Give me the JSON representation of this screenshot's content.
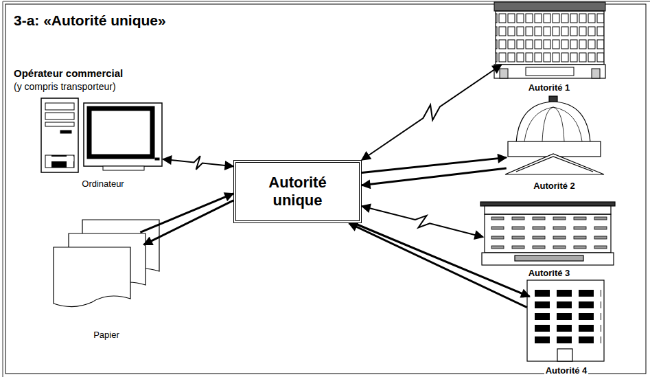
{
  "diagram": {
    "title": "3-a: «Autorité unique»",
    "nodes": [
      {
        "text": [
          "Ordinateur"
        ]
      },
      {
        "text": [
          "Papier"
        ]
      },
      {
        "text": [
          "Autorité unique"
        ]
      },
      {
        "text": [
          "Autorité 1"
        ]
      },
      {
        "text": [
          "Autorité 2"
        ]
      },
      {
        "text": [
          "Autorité 3"
        ]
      },
      {
        "text": [
          "Autorité 4"
        ]
      }
    ],
    "edges": [
      {
        "from": 0,
        "to": 2,
        "arrow": "both"
      },
      {
        "from": 1,
        "to": 2,
        "arrow": "to"
      },
      {
        "from": 2,
        "to": 1,
        "arrow": "to"
      },
      {
        "from": 2,
        "to": 3,
        "arrow": "both"
      },
      {
        "from": 2,
        "to": 4,
        "arrow": "to"
      },
      {
        "from": 4,
        "to": 2,
        "arrow": "to"
      },
      {
        "from": 2,
        "to": 5,
        "arrow": "both"
      },
      {
        "from": 2,
        "to": 6,
        "arrow": "to"
      },
      {
        "from": 6,
        "to": 2,
        "arrow": "to"
      }
    ],
    "labels": [
      "Opérateur commercial",
      "(y compris transporteur)"
    ]
  }
}
